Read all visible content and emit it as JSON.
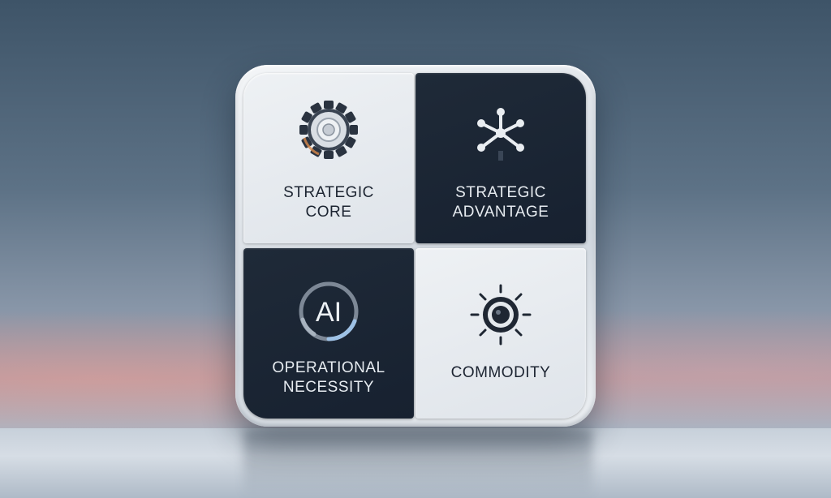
{
  "quadrants": {
    "strategic_core": {
      "line1": "STRATEGIC",
      "line2": "CORE",
      "icon": "gear-ring-icon"
    },
    "strategic_advantage": {
      "line1": "STRATEGIC",
      "line2": "ADVANTAGE",
      "icon": "network-hub-icon"
    },
    "operational_necessity": {
      "line1": "OPERATIONAL",
      "line2": "NECESSITY",
      "icon_text": "AI",
      "icon": "ai-badge-icon"
    },
    "commodity": {
      "line1": "COMMODITY",
      "icon": "sun-dial-icon"
    }
  },
  "colors": {
    "tile_light": "#e8ecf0",
    "tile_dark": "#1c2634",
    "accent_blue": "#9ec2e6"
  }
}
